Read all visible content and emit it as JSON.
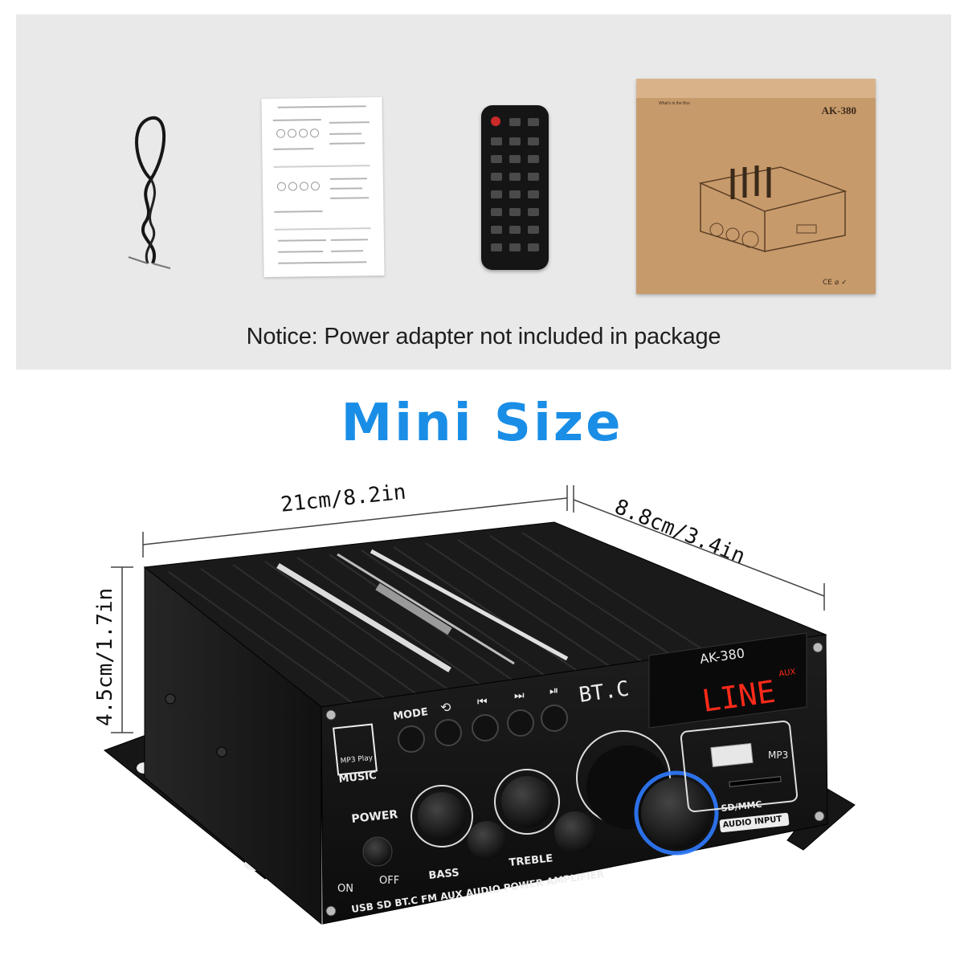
{
  "package": {
    "notice": "Notice: Power adapter not included in package",
    "items": [
      "cable",
      "manual",
      "remote",
      "box"
    ],
    "box_model": "AK-380",
    "box_title": "What's in the Box"
  },
  "heading": "Mini Size",
  "dimensions": {
    "width": "21cm/8.2in",
    "depth": "8.8cm/3.4in",
    "height": "4.5cm/1.7in"
  },
  "amplifier": {
    "model": "AK-380",
    "display": "LINE",
    "display_tag": "AUX",
    "bt_label": "BT.C",
    "mode_label": "MODE",
    "mp3_label": "MUSIC",
    "mp3_badge": "MP3 Play",
    "power_label": "POWER",
    "power_on": "ON",
    "power_off": "OFF",
    "bass_label": "BASS",
    "treble_label": "TREBLE",
    "usb_label": "MP3",
    "sd_label": "SD/MMC",
    "input_label": "AUDIO INPUT",
    "bottom_text": "USB SD BT.C FM AUX AUDIO POWER AMPLIFIER",
    "colors": {
      "display": "#ff2a1a",
      "knob_ring": "#2f7bff"
    }
  }
}
